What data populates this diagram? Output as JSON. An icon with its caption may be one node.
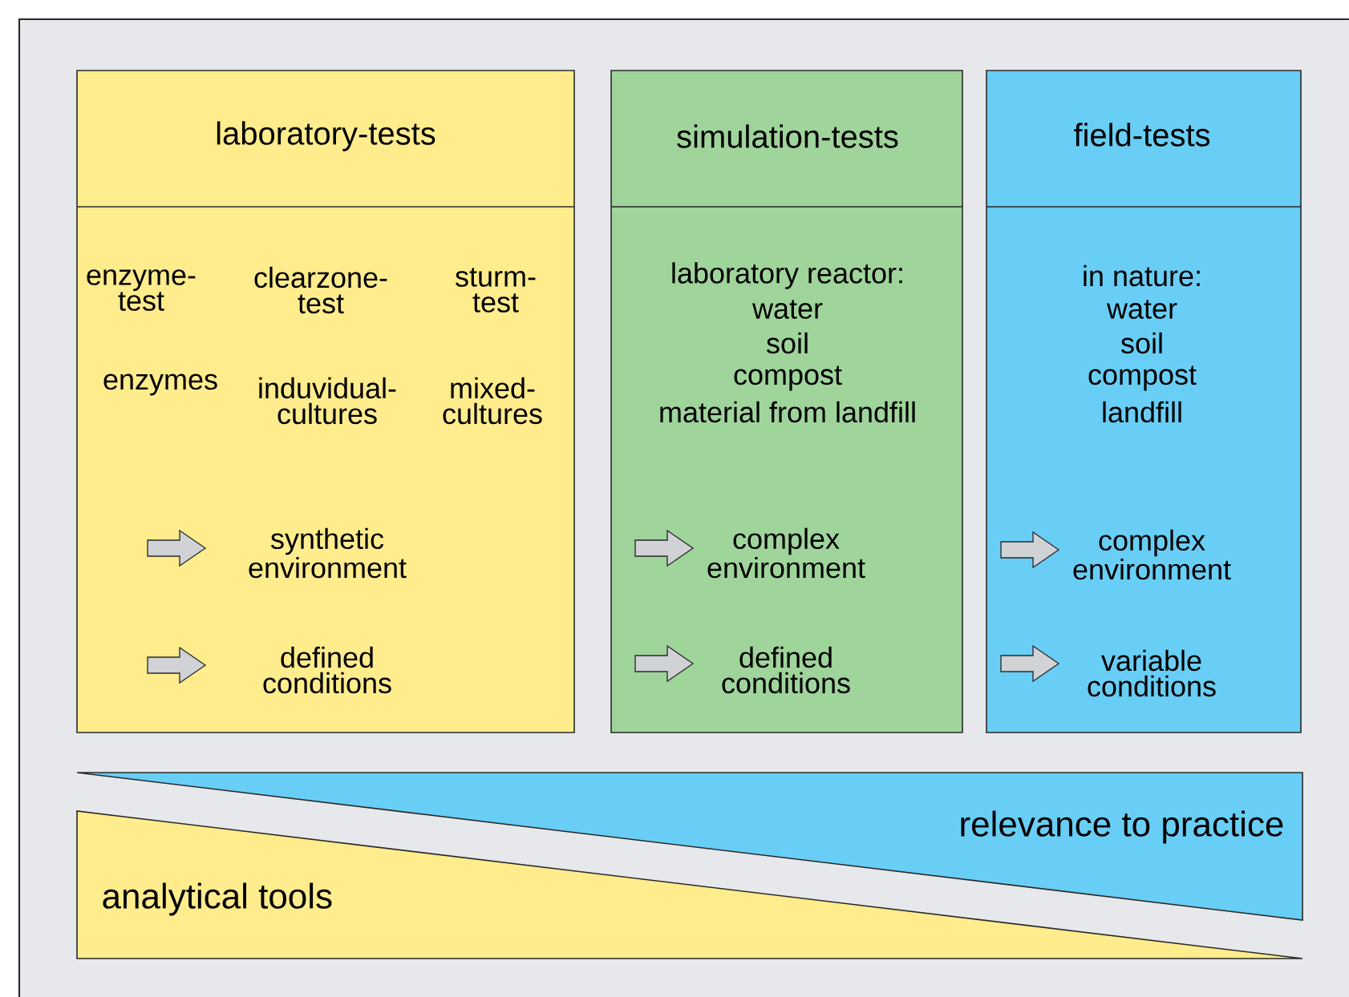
{
  "diagram": {
    "nodes": [
      {
        "text": [
          "laboratory-tests",
          "enzyme-test",
          "clearzone-test",
          "sturm-test",
          "enzymes",
          "induvidual-cultures",
          "mixed-cultures",
          "synthetic environment",
          "defined conditions"
        ]
      },
      {
        "text": [
          "simulation-tests",
          "laboratory reactor:",
          "water",
          "soil",
          "compost",
          "material from landfill",
          "complex environment",
          "defined conditions"
        ]
      },
      {
        "text": [
          "field-tests",
          "in nature:",
          "water",
          "soil",
          "compost",
          "landfill",
          "complex environment",
          "variable conditions"
        ]
      },
      {
        "text": [
          "relevance to practice"
        ]
      },
      {
        "text": [
          "analytical tools"
        ]
      }
    ],
    "edges": []
  }
}
